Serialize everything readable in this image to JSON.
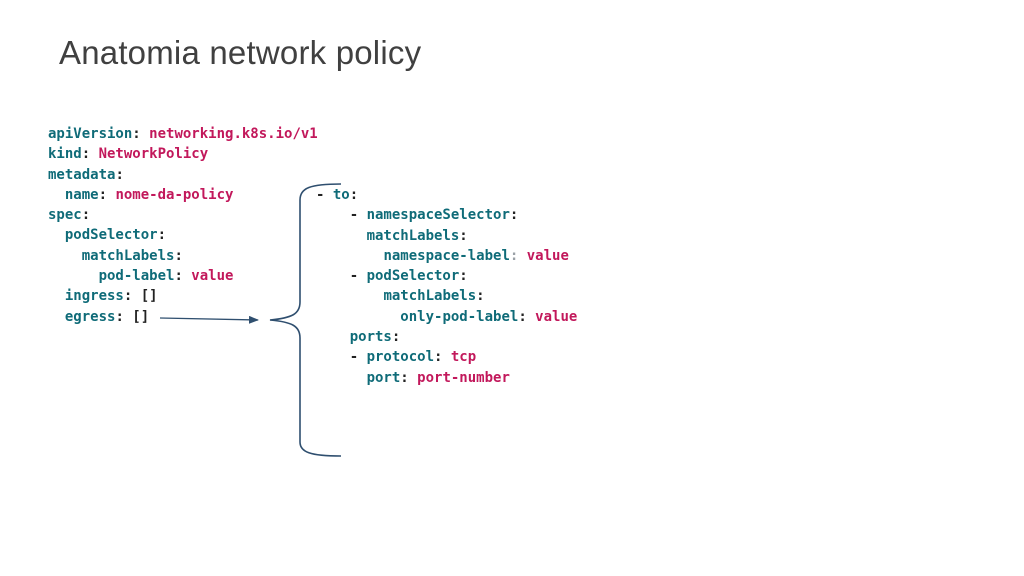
{
  "title": "Anatomia network policy",
  "left_code": {
    "l1": {
      "key": "apiVersion",
      "value": "networking.k8s.io/v1"
    },
    "l2": {
      "key": "kind",
      "value": "NetworkPolicy"
    },
    "l3": {
      "key": "metadata"
    },
    "l4": {
      "key": "name",
      "value": "nome-da-policy"
    },
    "l5": {
      "key": "spec"
    },
    "l6": {
      "key": "podSelector"
    },
    "l7": {
      "key": "matchLabels"
    },
    "l8": {
      "key": "pod-label",
      "value": "value"
    },
    "l9": {
      "key": "ingress",
      "value": "[]"
    },
    "l10": {
      "key": "egress",
      "value": "[]"
    }
  },
  "right_code": {
    "r1": {
      "key": "to"
    },
    "r2": {
      "key": "namespaceSelector"
    },
    "r3": {
      "key": "matchLabels"
    },
    "r4": {
      "key": "namespace-label",
      "value": "value"
    },
    "r5": {
      "key": "podSelector"
    },
    "r6": {
      "key": "matchLabels"
    },
    "r7": {
      "key": "only-pod-label",
      "value": "value"
    },
    "r8": {
      "key": "ports"
    },
    "r9": {
      "key": "protocol",
      "value": "tcp"
    },
    "r10": {
      "key": "port",
      "value": "port-number"
    }
  },
  "colors": {
    "key": "#0f6b78",
    "value": "#c2185b",
    "connector": "#2f4f6f"
  }
}
